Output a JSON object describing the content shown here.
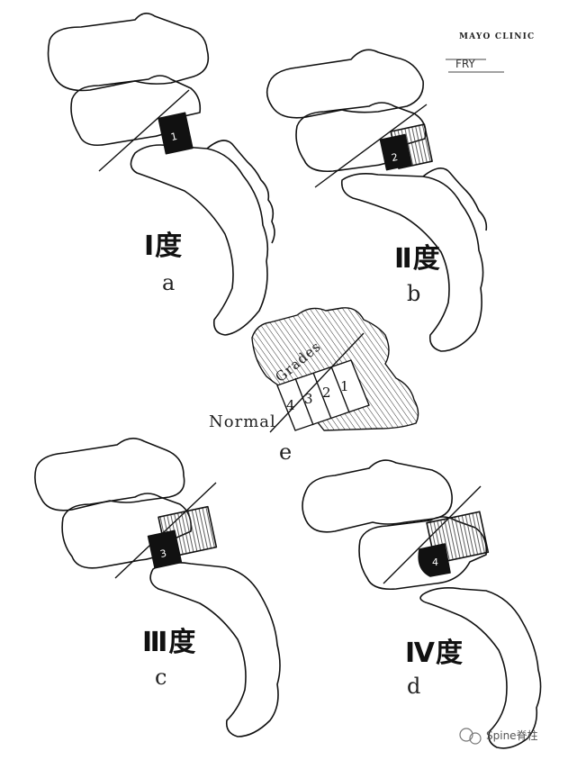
{
  "credit": "MAYO CLINIC",
  "signature": "FRY",
  "panels": [
    {
      "grade": "Ⅰ度",
      "letter": "a",
      "block_number": "1"
    },
    {
      "grade": "Ⅱ度",
      "letter": "b",
      "block_number": "2"
    },
    {
      "grade": "Ⅲ度",
      "letter": "c",
      "block_number": "3"
    },
    {
      "grade": "Ⅳ度",
      "letter": "d",
      "block_number": "4"
    }
  ],
  "center_panel": {
    "letter": "e",
    "grades_label": "Grades",
    "normal_label": "Normal",
    "grade_numbers": [
      "4",
      "3",
      "2",
      "1"
    ]
  },
  "watermark": "Spine脊柱"
}
